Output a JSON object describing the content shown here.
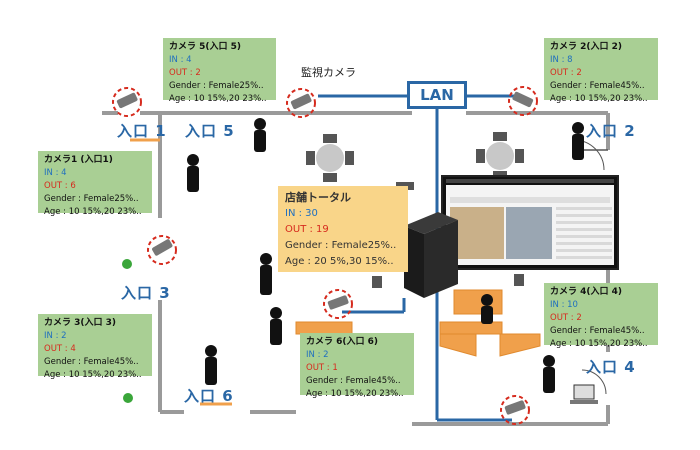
{
  "labels": {
    "camera_caption": "監視カメラ",
    "lan": "LAN"
  },
  "entrances": [
    "入口 1",
    "入口 5",
    "入口 2",
    "入口 3",
    "入口 6",
    "入口 4"
  ],
  "cameras": [
    {
      "title": "カメラ 5(入口 5)",
      "in": "IN : 4",
      "out": "OUT : 2",
      "gender": "Gender : Female25%..",
      "age": "Age : 10 15%,20 23%.."
    },
    {
      "title": "カメラ 2(入口 2)",
      "in": "IN : 8",
      "out": "OUT : 2",
      "gender": "Gender : Female45%..",
      "age": "Age : 10 15%,20 23%.."
    },
    {
      "title": "カメラ1 (入口1)",
      "in": "IN : 4",
      "out": "OUT : 6",
      "gender": "Gender : Female25%..",
      "age": "Age : 10 15%,20 23%.."
    },
    {
      "title": "カメラ 3(入口 3)",
      "in": "IN : 2",
      "out": "OUT : 4",
      "gender": "Gender : Female45%..",
      "age": "Age : 10 15%,20 23%.."
    },
    {
      "title": "カメラ 4(入口 4)",
      "in": "IN : 10",
      "out": "OUT : 2",
      "gender": "Gender : Female45%..",
      "age": "Age : 10 15%,20 23%.."
    },
    {
      "title": "カメラ 6(入口 6)",
      "in": "IN : 2",
      "out": "OUT : 1",
      "gender": "Gender : Female45%..",
      "age": "Age : 10 15%,20 23%.."
    }
  ],
  "total": {
    "title": "店舗トータル",
    "in": "IN : 30",
    "out": "OUT : 19",
    "gender": "Gender : Female25%..",
    "age": "Age : 20 5%,30 15%.."
  },
  "colors": {
    "card": "#a9cf94",
    "total_card": "#f9d589",
    "in_text": "#1f6fbf",
    "out_text": "#d62b1e",
    "network": "#2a67a5",
    "camera_ring": "#d62b1e",
    "wall": "#9a9a9a",
    "desk": "#f0a04b"
  }
}
